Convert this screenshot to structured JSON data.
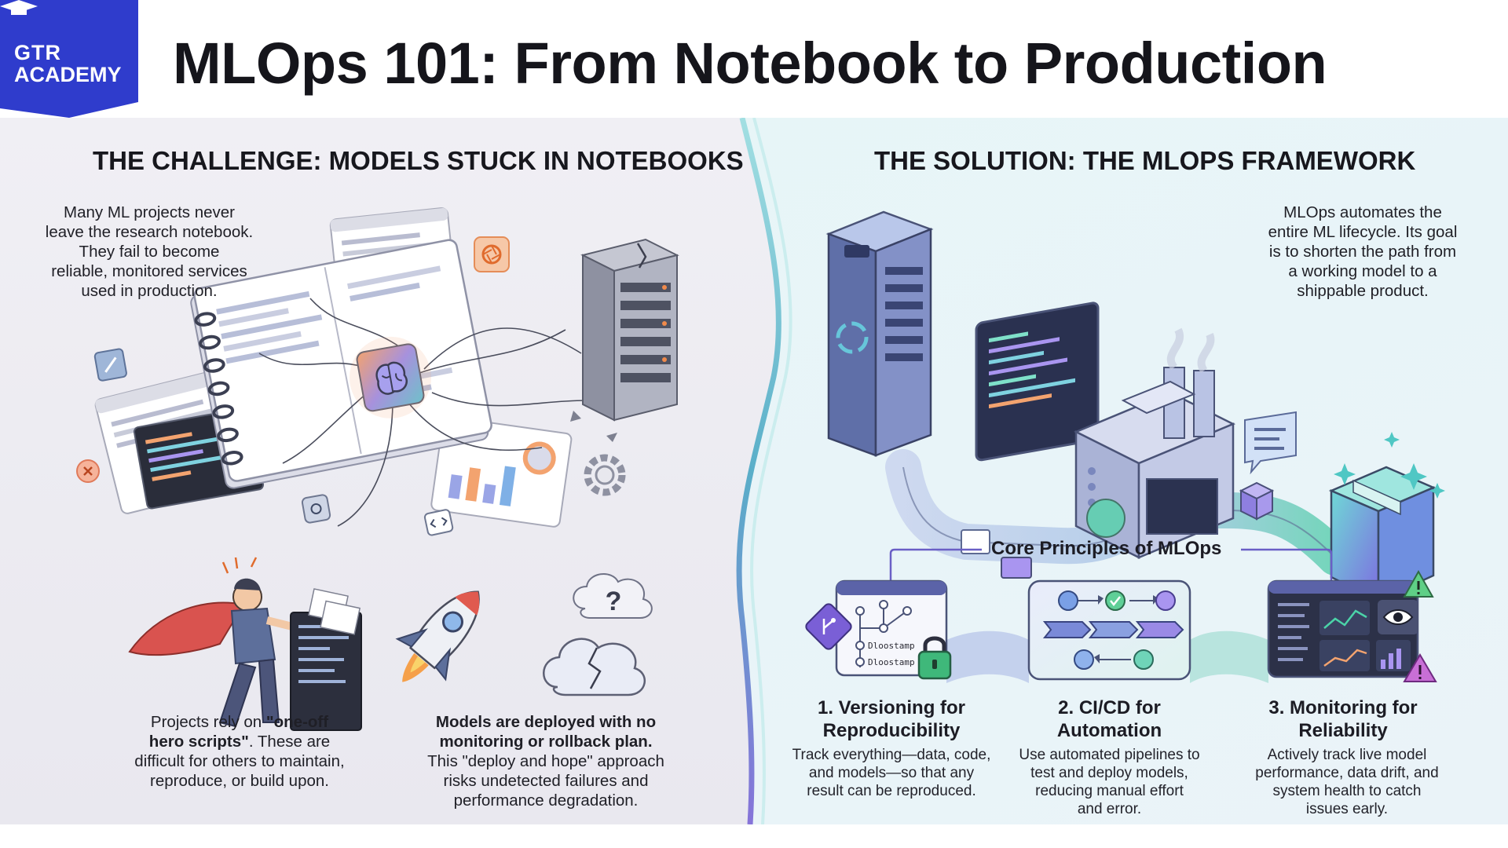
{
  "header": {
    "logo_line1": "GTR",
    "logo_line2": "ACADEMY",
    "title": "MLOps 101: From Notebook to Production"
  },
  "challenge": {
    "heading": "THE CHALLENGE: MODELS STUCK IN NOTEBOOKS",
    "intro": [
      "Many ML projects never",
      "leave the research notebook.",
      "They fail to become",
      "reliable, monitored services",
      "used in production."
    ],
    "hero": {
      "l1_pre": "Projects rely on ",
      "l1_bold": "\"one-off",
      "l2_bold": "hero scripts\"",
      "l2_post": ". These are",
      "l3": "difficult for others to maintain,",
      "l4": "reproduce, or build upon."
    },
    "deploy": {
      "l1_bold": "Models are deployed with no",
      "l2_bold": "monitoring or rollback plan.",
      "l3": "This \"deploy and hope\" approach",
      "l4": "risks undetected failures and",
      "l5": "performance degradation."
    }
  },
  "solution": {
    "heading": "THE SOLUTION: THE MLOPS FRAMEWORK",
    "intro": [
      "MLOps automates the",
      "entire ML lifecycle. Its goal",
      "is to shorten the path from",
      "a working model to a",
      "shippable product."
    ],
    "core_label": "Core Principles of MLOps",
    "diagram_labels": [
      "Dloostamp",
      "Dloostamp"
    ],
    "principles": [
      {
        "title1": "1. Versioning for",
        "title2": "Reproducibility",
        "desc": [
          "Track everything—data, code,",
          "and models—so that any",
          "result can be reproduced."
        ]
      },
      {
        "title1": "2. CI/CD for",
        "title2": "Automation",
        "desc": [
          "Use automated pipelines to",
          "test and deploy models,",
          "reducing manual effort",
          "and error."
        ]
      },
      {
        "title1": "3. Monitoring for",
        "title2": "Reliability",
        "desc": [
          "Actively track live model",
          "performance, data drift, and",
          "system health to catch",
          "issues early."
        ]
      }
    ]
  },
  "colors": {
    "logo_blue": "#2f3ccc",
    "left_bg": "#ecebf1",
    "right_bg": "#e3f5f6",
    "accent_purple": "#7a5fd6",
    "accent_teal": "#3aa8b8",
    "accent_green": "#4bc58a",
    "alert_orange": "#f08a4b"
  },
  "icons": [
    "graduation-cap-icon",
    "brain-chip-icon",
    "server-rack-icon",
    "gear-icon",
    "rocket-icon",
    "cloud-question-icon",
    "factory-icon",
    "package-box-icon",
    "lock-icon",
    "git-branch-icon",
    "eye-icon",
    "warning-icon"
  ]
}
